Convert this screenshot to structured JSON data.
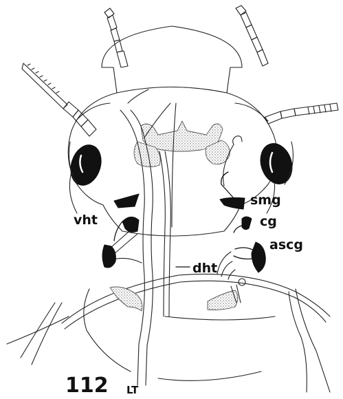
{
  "figure": {
    "number": "112",
    "labels": {
      "smg": "smg",
      "cg": "cg",
      "ascg": "ascg",
      "vht": "vht",
      "dht": "dht",
      "lt": "LT"
    }
  },
  "colors": {
    "ink": "#111111",
    "stipple": "#9a9a9a",
    "background": "#ffffff"
  }
}
